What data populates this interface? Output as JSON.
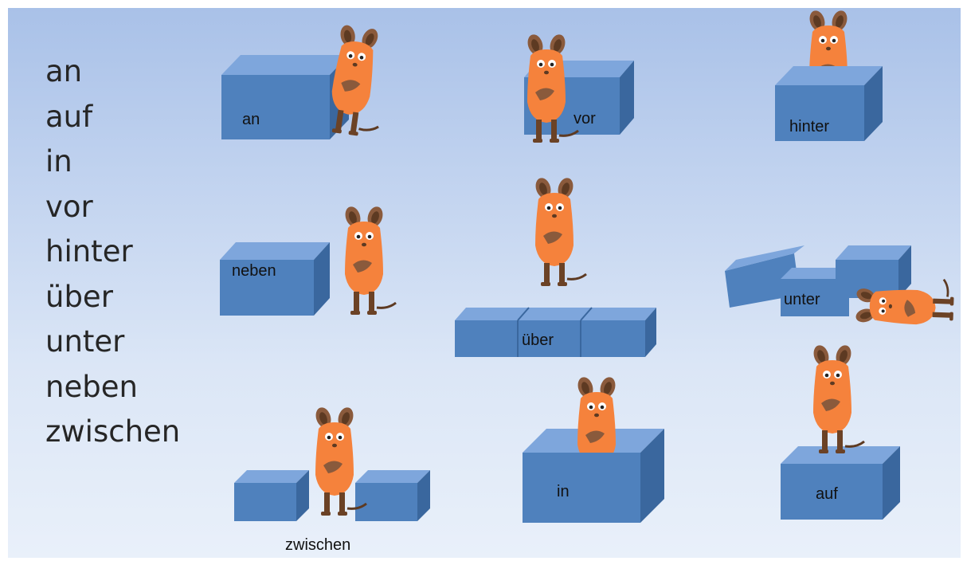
{
  "word_list": [
    "an",
    "auf",
    "in",
    "vor",
    "hinter",
    "über",
    "unter",
    "neben",
    "zwischen"
  ],
  "box_labels": {
    "an": "an",
    "vor": "vor",
    "hinter": "hinter",
    "neben": "neben",
    "ueber": "über",
    "unter": "unter",
    "zwischen": "zwischen",
    "in": "in",
    "auf": "auf"
  },
  "colors": {
    "background_top": "#a9c1e8",
    "background_bottom": "#e9f0fa",
    "box_front": "#4f81bd",
    "mouse_body": "#f5823c",
    "mouse_ear": "#8a5a3c"
  }
}
